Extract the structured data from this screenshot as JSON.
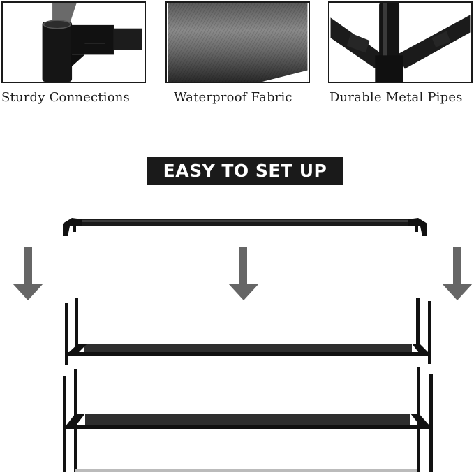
{
  "features": [
    {
      "caption": "Sturdy Connections",
      "image": "pipe-connector-closeup"
    },
    {
      "caption": "Waterproof Fabric",
      "image": "fabric-texture-closeup"
    },
    {
      "caption": "Durable Metal Pipes",
      "image": "metal-pipe-joint-closeup"
    }
  ],
  "banner": {
    "title": "EASY TO SET UP"
  },
  "diagram": {
    "description": "shoe rack assembly diagram",
    "arrow_color": "#666666",
    "frame_color": "#111111",
    "fabric_color": "#2e2e2e",
    "arrows": [
      "arrow-down-left",
      "arrow-down-center",
      "arrow-down-right"
    ]
  }
}
